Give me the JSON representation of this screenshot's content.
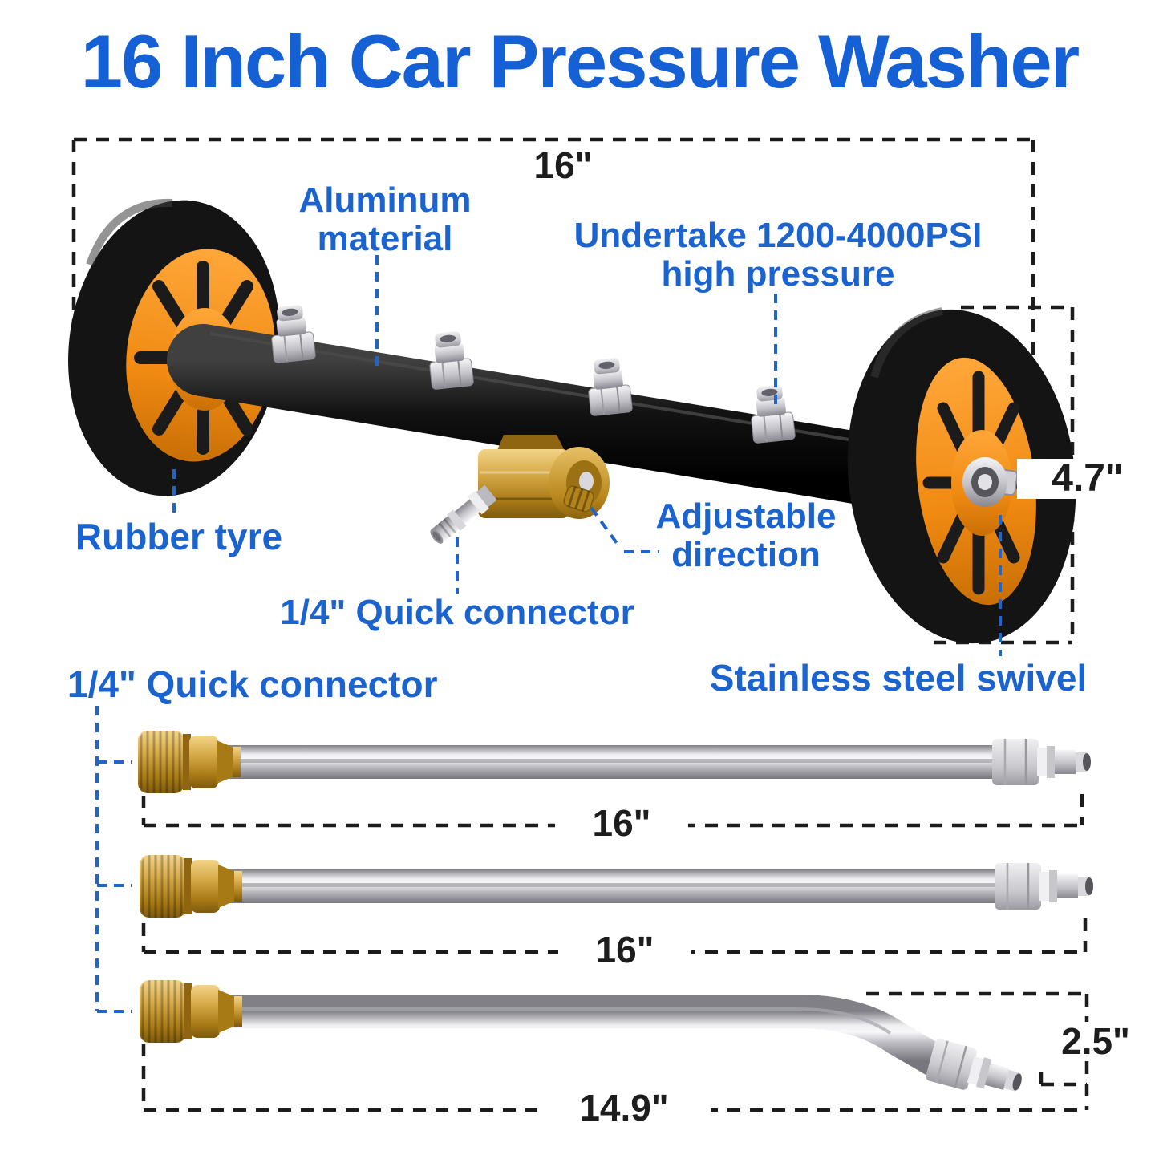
{
  "title": {
    "text": "16 Inch Car Pressure Washer"
  },
  "colors": {
    "title_blue": "#1560d5",
    "label_blue": "#1b63cf",
    "dim_black": "#1d1d1d",
    "tire_black": "#141414",
    "hub_orange": "#f08a12",
    "brass_gold": "#c9973a",
    "steel_silver": "#c2c2c8"
  },
  "washer": {
    "width_dim": "16\"",
    "height_dim": "4.7\"",
    "labels": {
      "aluminum_line1": "Aluminum",
      "aluminum_line2": "material",
      "pressure_line1": "Undertake 1200-4000PSI",
      "pressure_line2": "high pressure",
      "rubber_tyre": "Rubber tyre",
      "quick_connector": "1/4\" Quick connector",
      "adjustable_line1": "Adjustable",
      "adjustable_line2": "direction",
      "swivel": "Stainless steel swivel"
    }
  },
  "wands": {
    "quick_connector_label": "1/4\" Quick connector",
    "wand1_length": "16\"",
    "wand2_length": "16\"",
    "wand3_length": "14.9\"",
    "wand3_tip": "2.5\""
  }
}
